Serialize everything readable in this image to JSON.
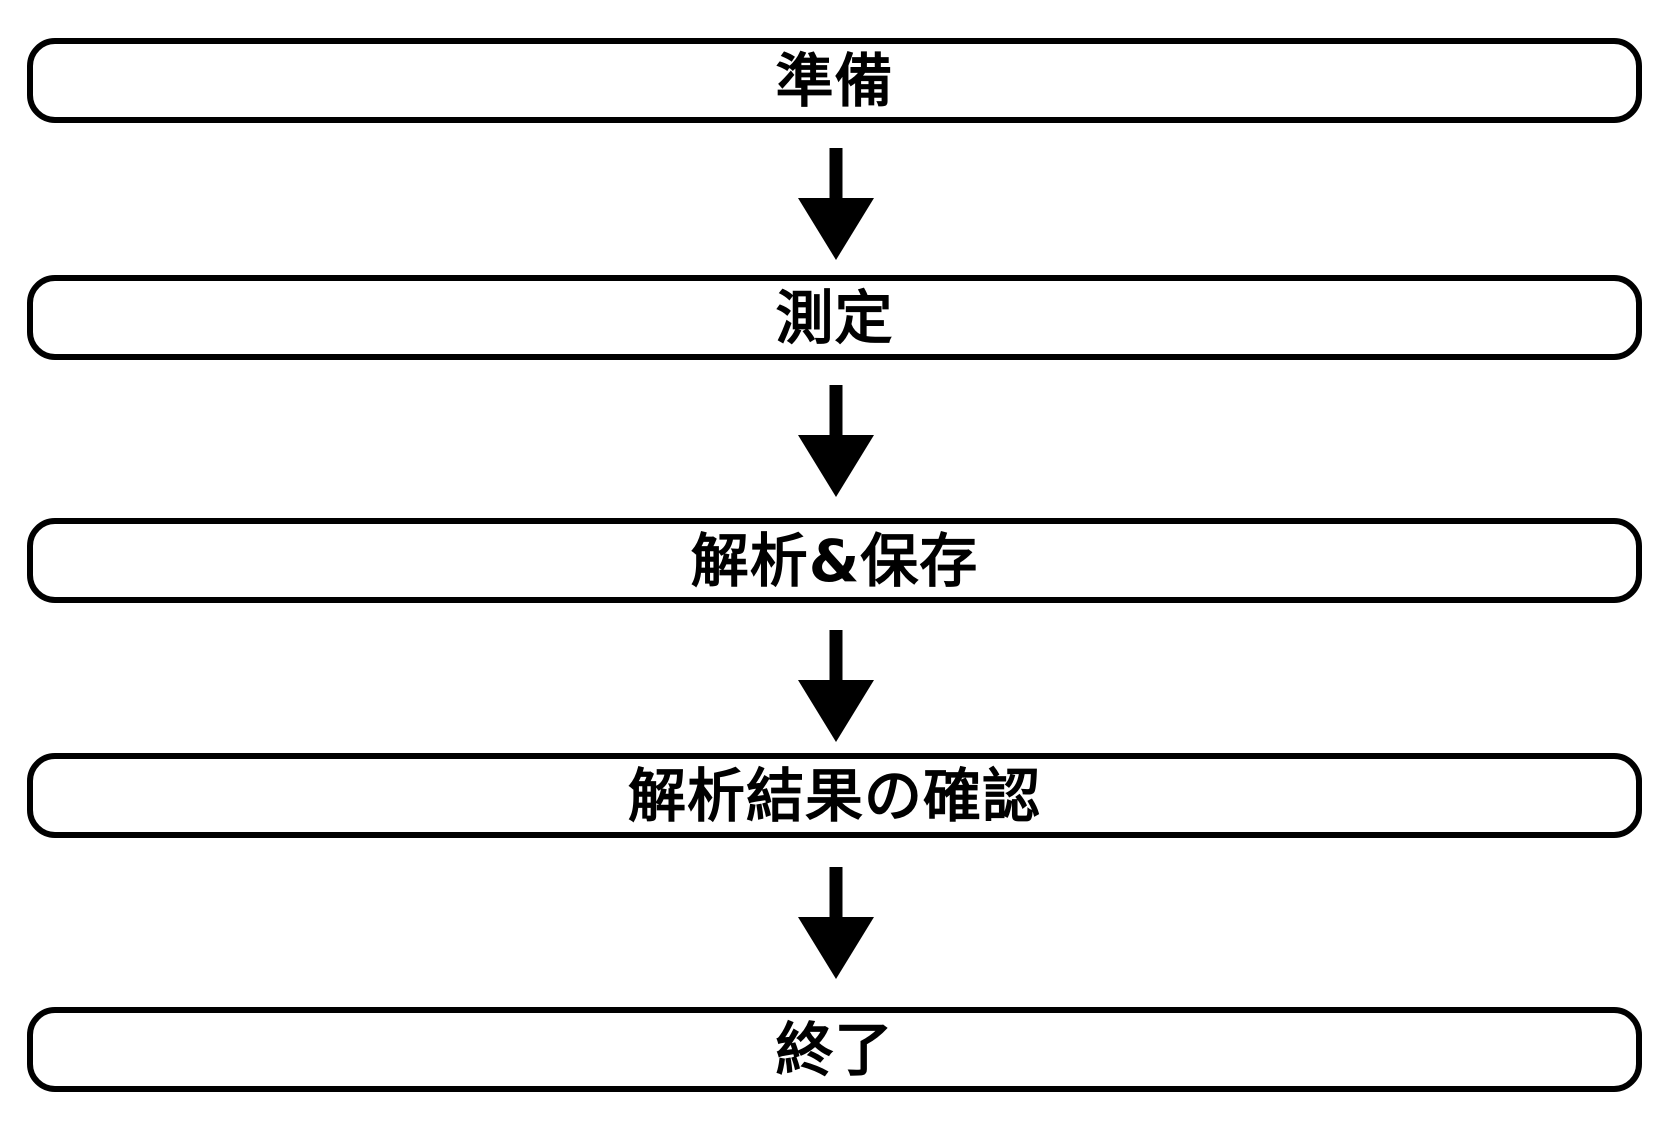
{
  "flowchart": {
    "background_color": "#ffffff",
    "stroke_color": "#000000",
    "text_color": "#000000",
    "arrow_color": "#000000",
    "steps": [
      {
        "label": "準備"
      },
      {
        "label": "測定"
      },
      {
        "label": "解析&保存"
      },
      {
        "label": "解析結果の確認"
      },
      {
        "label": "終了"
      }
    ],
    "arrows": [
      {
        "name": "arrow-1"
      },
      {
        "name": "arrow-2"
      },
      {
        "name": "arrow-3"
      },
      {
        "name": "arrow-4"
      }
    ]
  }
}
